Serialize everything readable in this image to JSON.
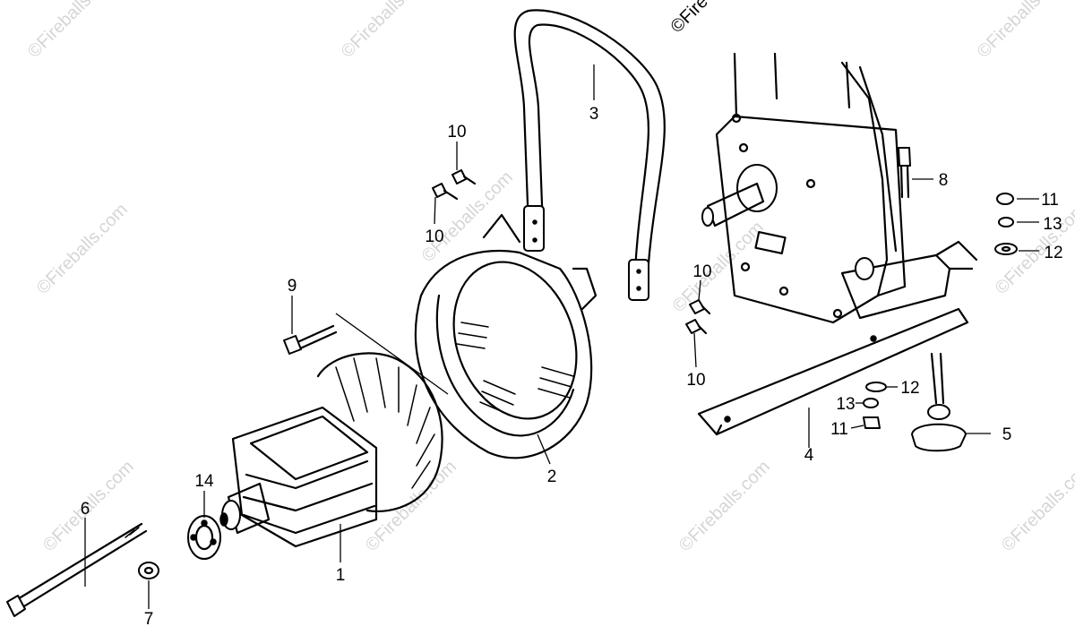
{
  "watermark": {
    "text": "©Fireballs.com",
    "corner_text": "©Fire"
  },
  "callouts": [
    {
      "id": "c1",
      "label": "1"
    },
    {
      "id": "c2",
      "label": "2"
    },
    {
      "id": "c3",
      "label": "3"
    },
    {
      "id": "c4",
      "label": "4"
    },
    {
      "id": "c5",
      "label": "5"
    },
    {
      "id": "c6",
      "label": "6"
    },
    {
      "id": "c7",
      "label": "7"
    },
    {
      "id": "c8",
      "label": "8"
    },
    {
      "id": "c9",
      "label": "9"
    },
    {
      "id": "c10a",
      "label": "10"
    },
    {
      "id": "c10b",
      "label": "10"
    },
    {
      "id": "c10c",
      "label": "10"
    },
    {
      "id": "c10d",
      "label": "10"
    },
    {
      "id": "c11a",
      "label": "11"
    },
    {
      "id": "c11b",
      "label": "11"
    },
    {
      "id": "c12a",
      "label": "12"
    },
    {
      "id": "c12b",
      "label": "12"
    },
    {
      "id": "c13a",
      "label": "13"
    },
    {
      "id": "c13b",
      "label": "13"
    },
    {
      "id": "c14",
      "label": "14"
    }
  ]
}
